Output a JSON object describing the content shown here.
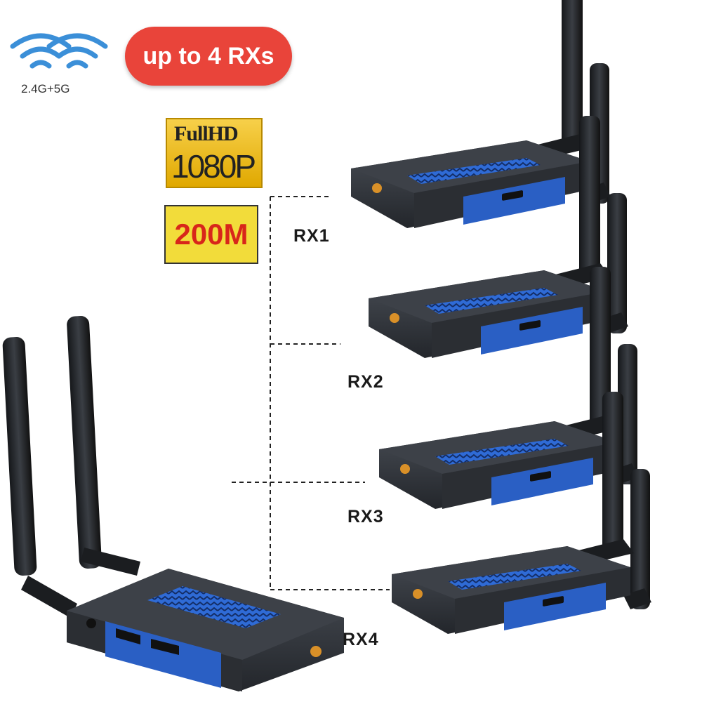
{
  "wifi": {
    "label": "2.4G+5G",
    "icon": "wifi-icon"
  },
  "badges": {
    "receivers": "up to 4 RXs",
    "hd_top": "FullHD",
    "hd_bottom": "1080P",
    "bandwidth": "200M"
  },
  "receivers": [
    "RX1",
    "RX2",
    "RX3",
    "RX4"
  ],
  "colors": {
    "pill": "#e9443a",
    "badge_gold": "#f0c020",
    "badge_yellow": "#f2dc3a",
    "device_blue": "#2a5fc4",
    "device_body": "#2e3238"
  }
}
